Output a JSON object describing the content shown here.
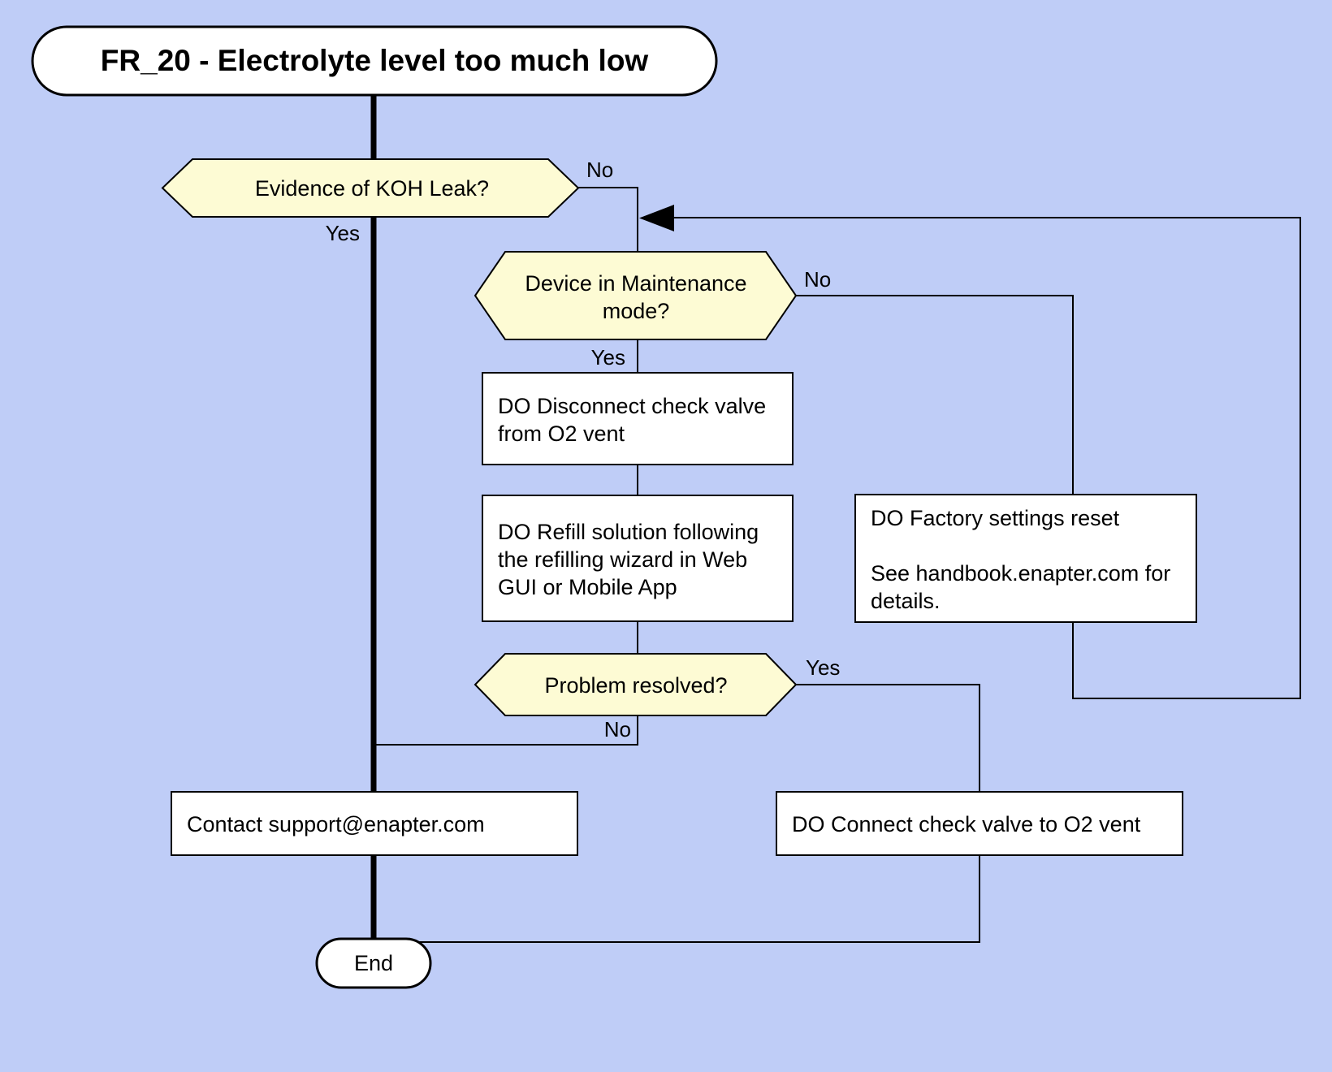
{
  "diagram": {
    "type": "flowchart",
    "background_color": "#bfcdf7",
    "decision_fill": "#fdfbd4",
    "process_fill": "#ffffff",
    "line_color": "#000000",
    "title": "FR_20 - Electrolyte level too much low",
    "nodes": {
      "start": {
        "kind": "terminator",
        "label": "FR_20 - Electrolyte level too much low"
      },
      "koh_leak": {
        "kind": "decision",
        "label": "Evidence of KOH Leak?"
      },
      "maintenance_mode": {
        "kind": "decision",
        "line1": "Device in Maintenance",
        "line2": "mode?"
      },
      "disconnect_valve": {
        "kind": "process",
        "line1": "DO Disconnect check valve",
        "line2": "from O2 vent"
      },
      "refill_solution": {
        "kind": "process",
        "line1": "DO Refill solution following",
        "line2": "the refilling wizard in Web",
        "line3": "GUI or Mobile App"
      },
      "factory_reset": {
        "kind": "process",
        "line1": "DO Factory settings reset",
        "line2": "See handbook.enapter.com for",
        "line3": "details."
      },
      "problem_resolved": {
        "kind": "decision",
        "label": "Problem resolved?"
      },
      "contact_support": {
        "kind": "process",
        "label": "Contact support@enapter.com"
      },
      "connect_valve": {
        "kind": "process",
        "label": "DO Connect check valve to O2 vent"
      },
      "end": {
        "kind": "terminator",
        "label": "End"
      }
    },
    "edge_labels": {
      "koh_no": "No",
      "koh_yes": "Yes",
      "maintenance_no": "No",
      "maintenance_yes": "Yes",
      "resolved_yes": "Yes",
      "resolved_no": "No"
    }
  }
}
